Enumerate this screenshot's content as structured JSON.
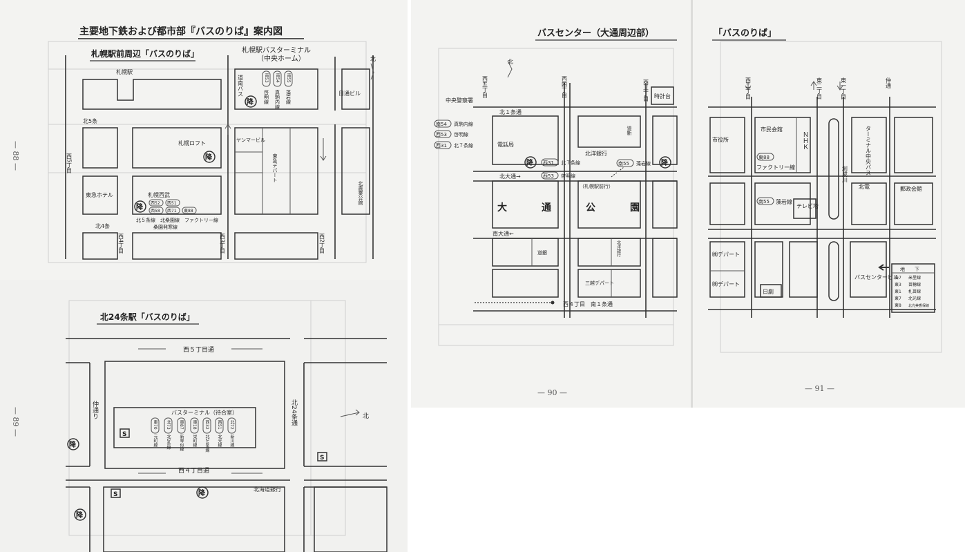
{
  "page88": {
    "header": "主要地下鉄および都市部『バスのりば』案内図",
    "subtitle": "札幌駅前周辺「バスのりば」",
    "page_number": "— 88 —",
    "terminal_name": "札幌駅バスターミナル",
    "terminal_sub": "（中央ホーム）",
    "labels": {
      "sapporo_station": "札幌駅",
      "nissei_bldg": "日通ビル",
      "north": "北",
      "kita5jo": "北5条",
      "kita4jo": "北4条",
      "nishi5": "西5丁目",
      "nishi4": "西4丁目",
      "nishi3": "西3丁目",
      "nishi2": "西2丁目",
      "loft": "札幌ロフト",
      "yanmar": "ヤンマービル",
      "tokyu_dept": "東急デパート",
      "tokyu_hotel": "東急ホテル",
      "seibu": "札幌西武",
      "kitaguchi_koen": "北農業公館",
      "donan_bus": "道南バス",
      "line_names": "北５条線　北桑園線　ファクトリー線",
      "line_names2": "桑園発寒線"
    },
    "route_tags_top": [
      "南53",
      "南54",
      "南55"
    ],
    "route_names_top": [
      "啓明線",
      "真駒内線",
      "藻岩線"
    ],
    "route_tags_seibu": [
      "西52",
      "西51",
      "西58",
      "西71",
      "東88"
    ],
    "alight_marks": [
      "降",
      "降",
      "降"
    ]
  },
  "page89": {
    "subtitle": "北24条駅「バスのりば」",
    "page_number": "— 89 —",
    "terminal_name": "バスターミナル（待合室）",
    "labels": {
      "nishi5_street": "西５丁目通",
      "nishi4_street": "西４丁目通",
      "naka_street": "仲通り",
      "kita24_street": "北24条通",
      "hokkaido_bank": "北海道銀行",
      "north": "北"
    },
    "route_tags": [
      "東70",
      "北73",
      "東87",
      "東18",
      "西32",
      "西51",
      "北72"
    ],
    "route_names": [
      "元町線",
      "北2条線",
      "新琴似線",
      "栄町線",
      "北24条線",
      "北光線",
      "新川線"
    ],
    "alight_marks": [
      "降",
      "降",
      "降"
    ],
    "subway_marks": [
      "S",
      "S",
      "S"
    ]
  },
  "page90": {
    "header": "バスセンター（大通周辺部）",
    "page_number": "— 90 —",
    "labels": {
      "north": "北",
      "nishi5": "西五丁目",
      "nishi4": "西四丁目",
      "nishi3": "西三丁目",
      "clock_tower": "時計台",
      "police": "中央警察署",
      "kita1jo": "北１条通",
      "telephone": "電話局",
      "hokuyo_bank": "北洋銀行",
      "doshin": "道新",
      "odori_kita": "北大通→",
      "odori_minami": "南大通←",
      "park": "大　通　公　園",
      "sapporo_eki_mae": "（札幌駅前行）",
      "dogin": "道銀",
      "hokuyo2": "北洋銀行",
      "mitsukoshi": "三越デパート",
      "nishi4_minami1": "西４丁目　南１条通"
    },
    "legend": [
      {
        "tag": "南54",
        "name": "真駒内線"
      },
      {
        "tag": "西53",
        "name": "啓明線"
      },
      {
        "tag": "西31",
        "name": "北７条線"
      }
    ],
    "stop_routes": [
      {
        "tag": "西31",
        "name": "北７条線"
      },
      {
        "tag": "西53",
        "name": "啓明線"
      },
      {
        "tag": "南55",
        "name": "藻岩線"
      }
    ],
    "alight_marks": [
      "降",
      "降"
    ]
  },
  "page91": {
    "header": "「バスのりば」",
    "page_number": "— 91 —",
    "labels": {
      "nishi2": "西二丁目",
      "higashi2": "東二丁目",
      "higashi1": "東一丁目",
      "naka": "仲通",
      "city_hall": "市役所",
      "kaikan": "市民会館",
      "nhk": "ＮＨＫ",
      "terminal": "ターミナル中央バス",
      "factory": "ファクトリー線",
      "sosei": "創成川",
      "hokuden": "北電",
      "post": "郵政会館",
      "moiwa": "藻岩線",
      "tv_tower": "テレビ塔",
      "dept1": "㈱デパート",
      "dept2": "㈱デパート",
      "nichigeki": "日劇",
      "bus_center": "バスセンタービル",
      "underground": "地　　下"
    },
    "route_tags": [
      "東88",
      "南55"
    ],
    "underground_routes": [
      {
        "tag": "白7",
        "name": "米里線"
      },
      {
        "tag": "東3",
        "name": "苗穂線"
      },
      {
        "tag": "東1",
        "name": "札苗線"
      },
      {
        "tag": "東7",
        "name": "北光線"
      },
      {
        "tag": "東8",
        "name": "北光美香保線"
      }
    ]
  }
}
